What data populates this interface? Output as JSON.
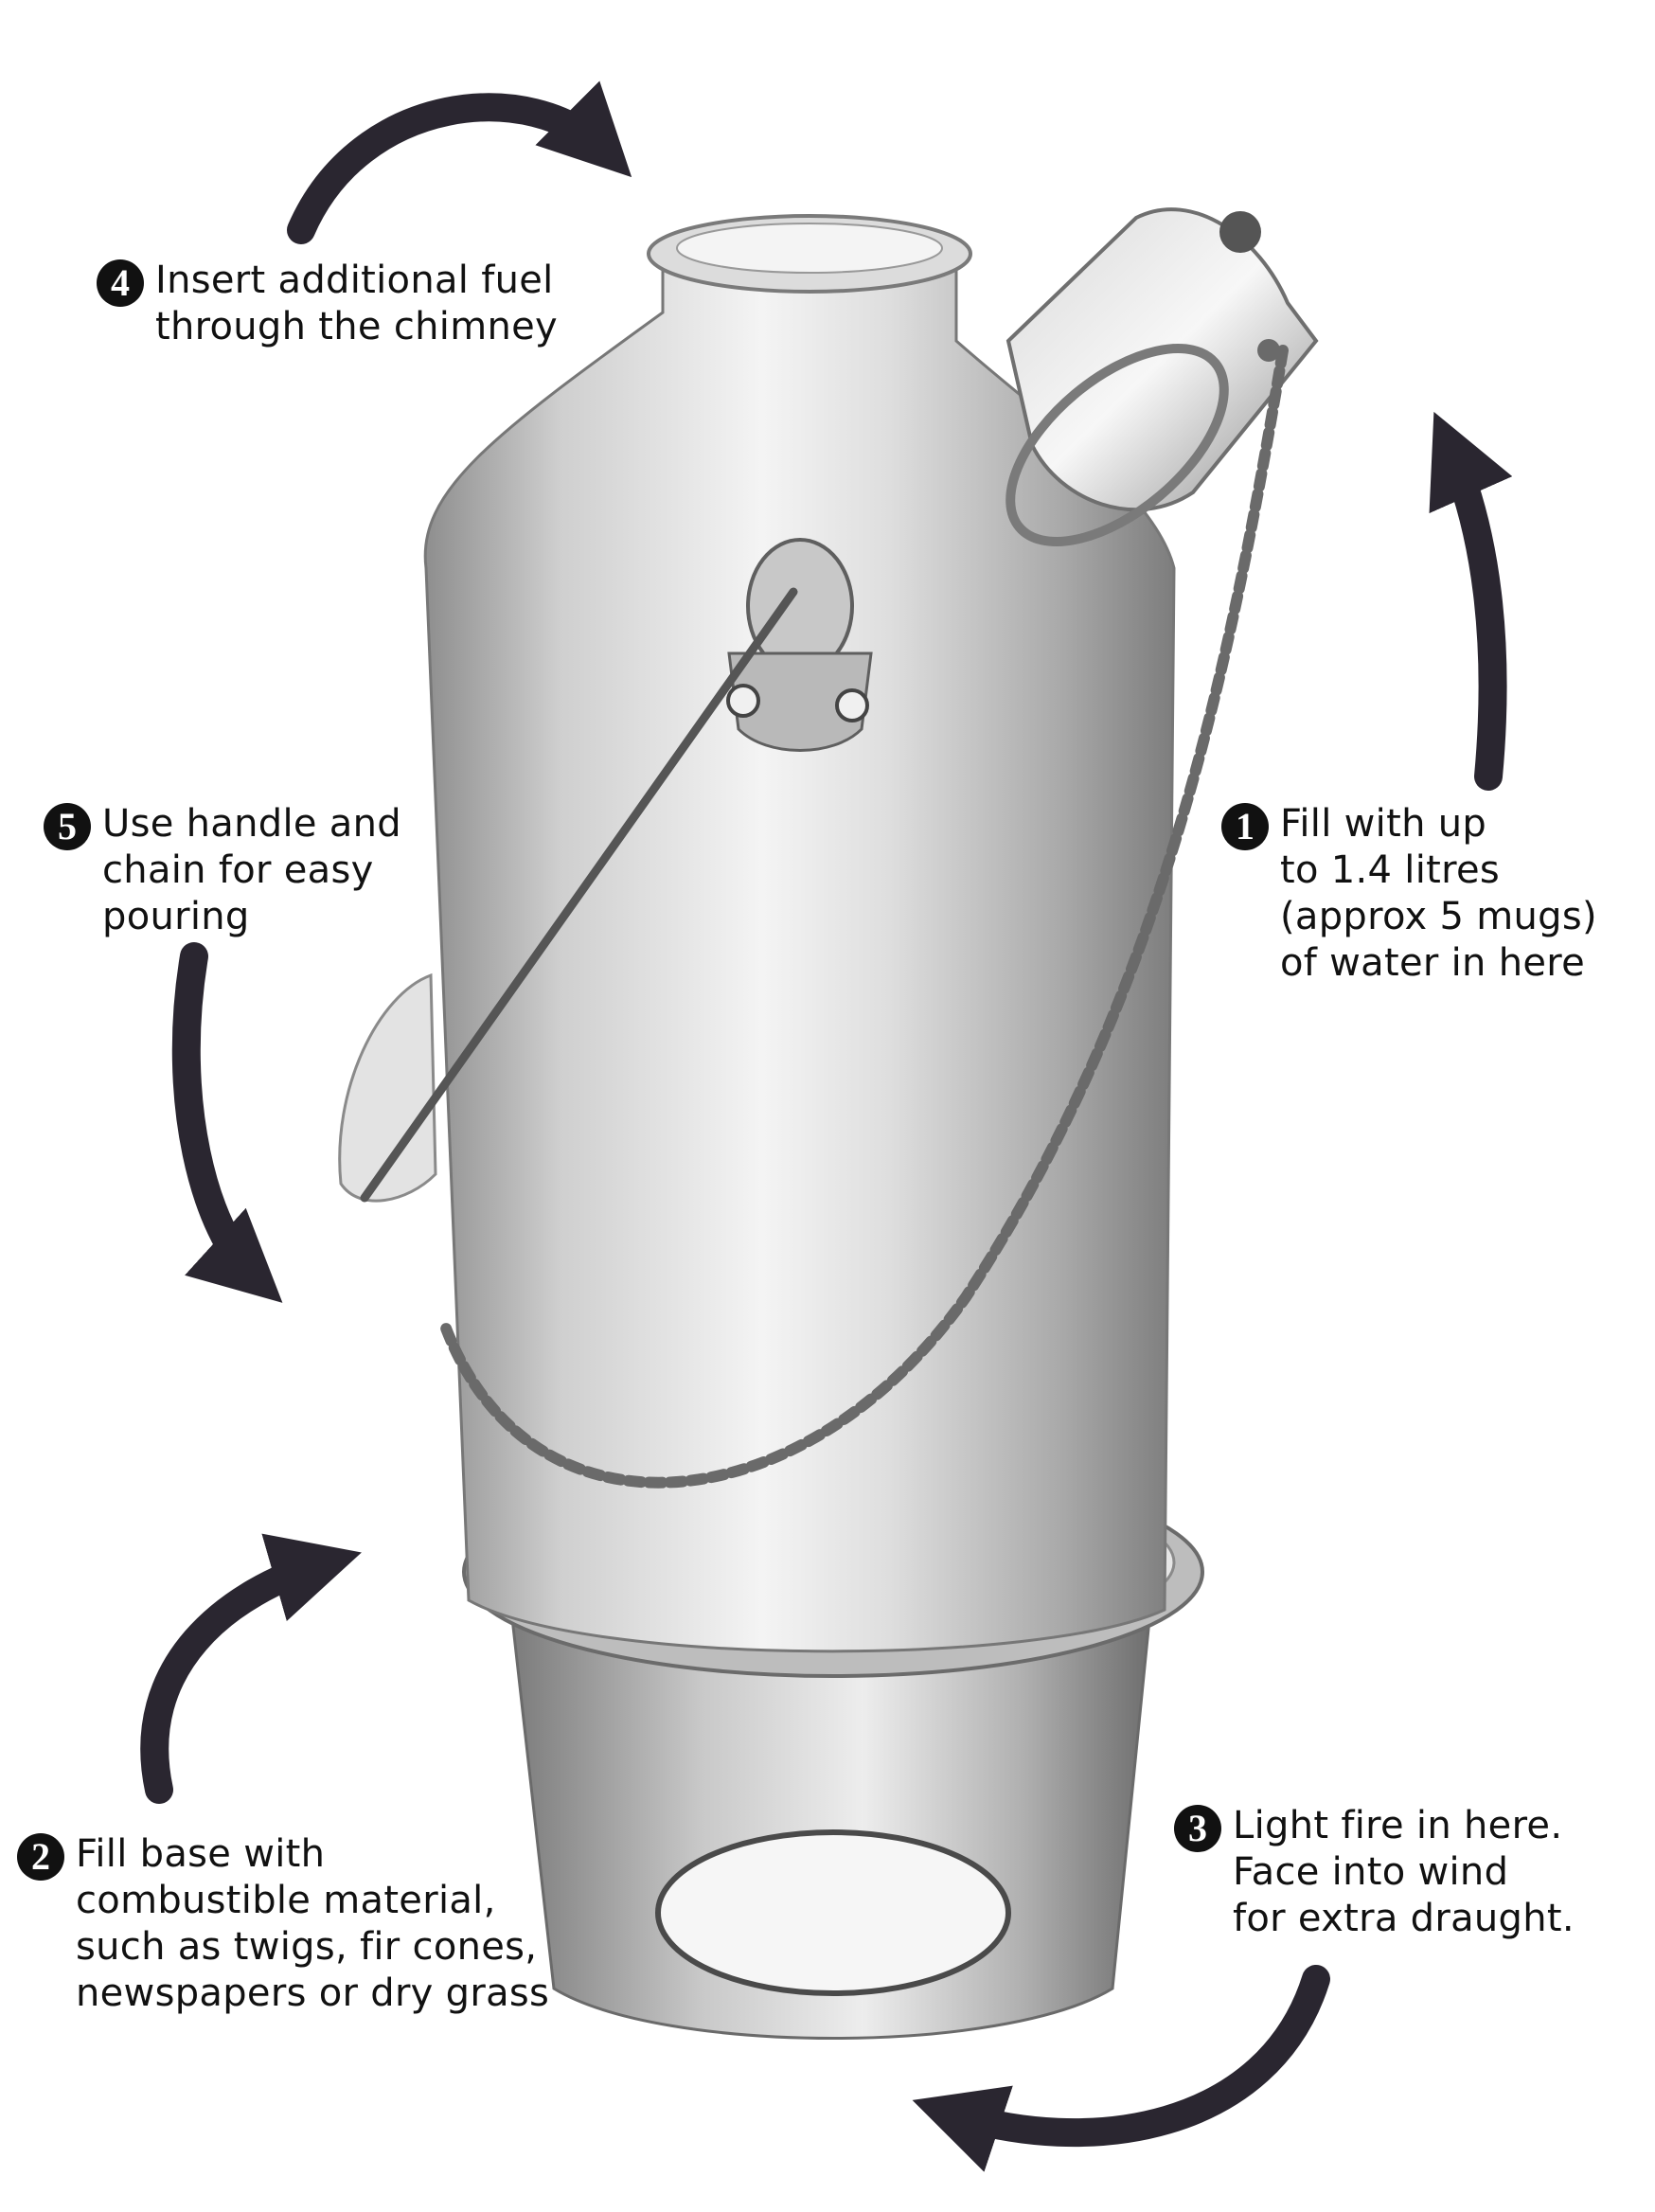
{
  "callouts": {
    "step1": {
      "number": "1",
      "lines": [
        "Fill with up",
        "to 1.4 litres",
        "(approx 5 mugs)",
        "of water in here"
      ]
    },
    "step2": {
      "number": "2",
      "lines": [
        "Fill base with",
        "combustible material,",
        "such as twigs, fir cones,",
        "newspapers or dry grass"
      ]
    },
    "step3": {
      "number": "3",
      "lines": [
        "Light fire in here.",
        "Face into wind",
        "for extra draught."
      ]
    },
    "step4": {
      "number": "4",
      "lines": [
        "Insert additional fuel",
        "through the chimney"
      ]
    },
    "step5": {
      "number": "5",
      "lines": [
        "Use handle and",
        "chain for easy",
        "pouring"
      ]
    }
  },
  "colors": {
    "arrow": "#2a2630",
    "metal_dark": "#8f8f8f",
    "metal_light": "#f2f2f2",
    "text": "#111111"
  },
  "icons": [
    "kettle-illustration",
    "curved-arrow-icon"
  ]
}
